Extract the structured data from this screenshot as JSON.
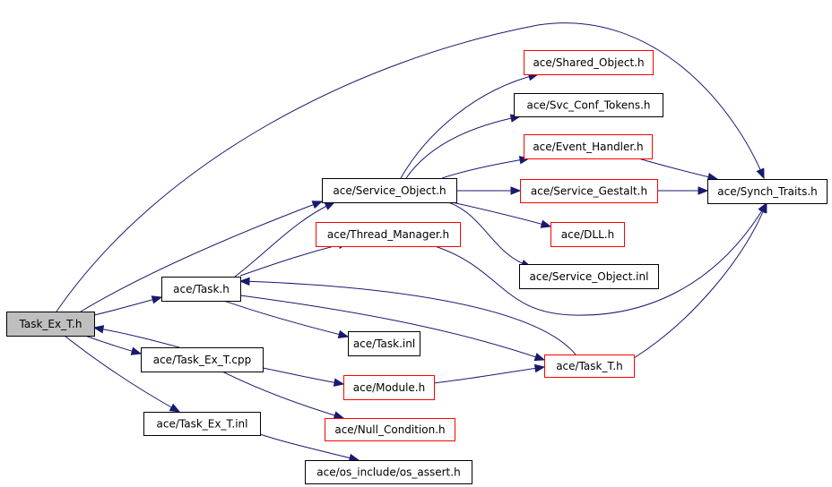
{
  "colors": {
    "edge": "#191970",
    "border_default": "#000000",
    "border_more": "#ff0000",
    "root_fill": "#bfbfbf"
  },
  "nodes": [
    {
      "id": "task_ex_t_h",
      "label": "Task_Ex_T.h",
      "root": true
    },
    {
      "id": "task_h",
      "label": "ace/Task.h"
    },
    {
      "id": "task_ex_t_cpp",
      "label": "ace/Task_Ex_T.cpp"
    },
    {
      "id": "task_ex_t_inl",
      "label": "ace/Task_Ex_T.inl"
    },
    {
      "id": "service_object_h",
      "label": "ace/Service_Object.h"
    },
    {
      "id": "thread_manager_h",
      "label": "ace/Thread_Manager.h",
      "more": true
    },
    {
      "id": "task_inl",
      "label": "ace/Task.inl"
    },
    {
      "id": "task_t_h",
      "label": "ace/Task_T.h",
      "more": true
    },
    {
      "id": "module_h",
      "label": "ace/Module.h",
      "more": true
    },
    {
      "id": "null_condition_h",
      "label": "ace/Null_Condition.h",
      "more": true
    },
    {
      "id": "os_assert_h",
      "label": "ace/os_include/os_assert.h"
    },
    {
      "id": "shared_object_h",
      "label": "ace/Shared_Object.h",
      "more": true
    },
    {
      "id": "svc_conf_tokens_h",
      "label": "ace/Svc_Conf_Tokens.h"
    },
    {
      "id": "event_handler_h",
      "label": "ace/Event_Handler.h",
      "more": true
    },
    {
      "id": "service_gestalt_h",
      "label": "ace/Service_Gestalt.h",
      "more": true
    },
    {
      "id": "dll_h",
      "label": "ace/DLL.h",
      "more": true
    },
    {
      "id": "service_object_inl",
      "label": "ace/Service_Object.inl"
    },
    {
      "id": "synch_traits_h",
      "label": "ace/Synch_Traits.h"
    }
  ],
  "edges": [
    {
      "from": "task_ex_t_h",
      "to": "synch_traits_h"
    },
    {
      "from": "task_ex_t_h",
      "to": "service_object_h"
    },
    {
      "from": "task_ex_t_h",
      "to": "task_h"
    },
    {
      "from": "task_ex_t_h",
      "to": "task_ex_t_cpp"
    },
    {
      "from": "task_ex_t_h",
      "to": "task_ex_t_inl"
    },
    {
      "from": "task_ex_t_cpp",
      "to": "task_ex_t_h"
    },
    {
      "from": "task_ex_t_cpp",
      "to": "module_h"
    },
    {
      "from": "task_ex_t_cpp",
      "to": "null_condition_h"
    },
    {
      "from": "task_ex_t_inl",
      "to": "os_assert_h"
    },
    {
      "from": "task_h",
      "to": "service_object_h"
    },
    {
      "from": "task_h",
      "to": "thread_manager_h"
    },
    {
      "from": "task_h",
      "to": "task_inl"
    },
    {
      "from": "task_h",
      "to": "task_t_h"
    },
    {
      "from": "task_t_h",
      "to": "task_h"
    },
    {
      "from": "task_t_h",
      "to": "synch_traits_h"
    },
    {
      "from": "module_h",
      "to": "task_t_h"
    },
    {
      "from": "thread_manager_h",
      "to": "synch_traits_h"
    },
    {
      "from": "service_object_h",
      "to": "shared_object_h"
    },
    {
      "from": "service_object_h",
      "to": "svc_conf_tokens_h"
    },
    {
      "from": "service_object_h",
      "to": "event_handler_h"
    },
    {
      "from": "service_object_h",
      "to": "service_gestalt_h"
    },
    {
      "from": "service_object_h",
      "to": "dll_h"
    },
    {
      "from": "service_object_h",
      "to": "service_object_inl"
    },
    {
      "from": "event_handler_h",
      "to": "synch_traits_h"
    },
    {
      "from": "service_gestalt_h",
      "to": "synch_traits_h"
    }
  ]
}
